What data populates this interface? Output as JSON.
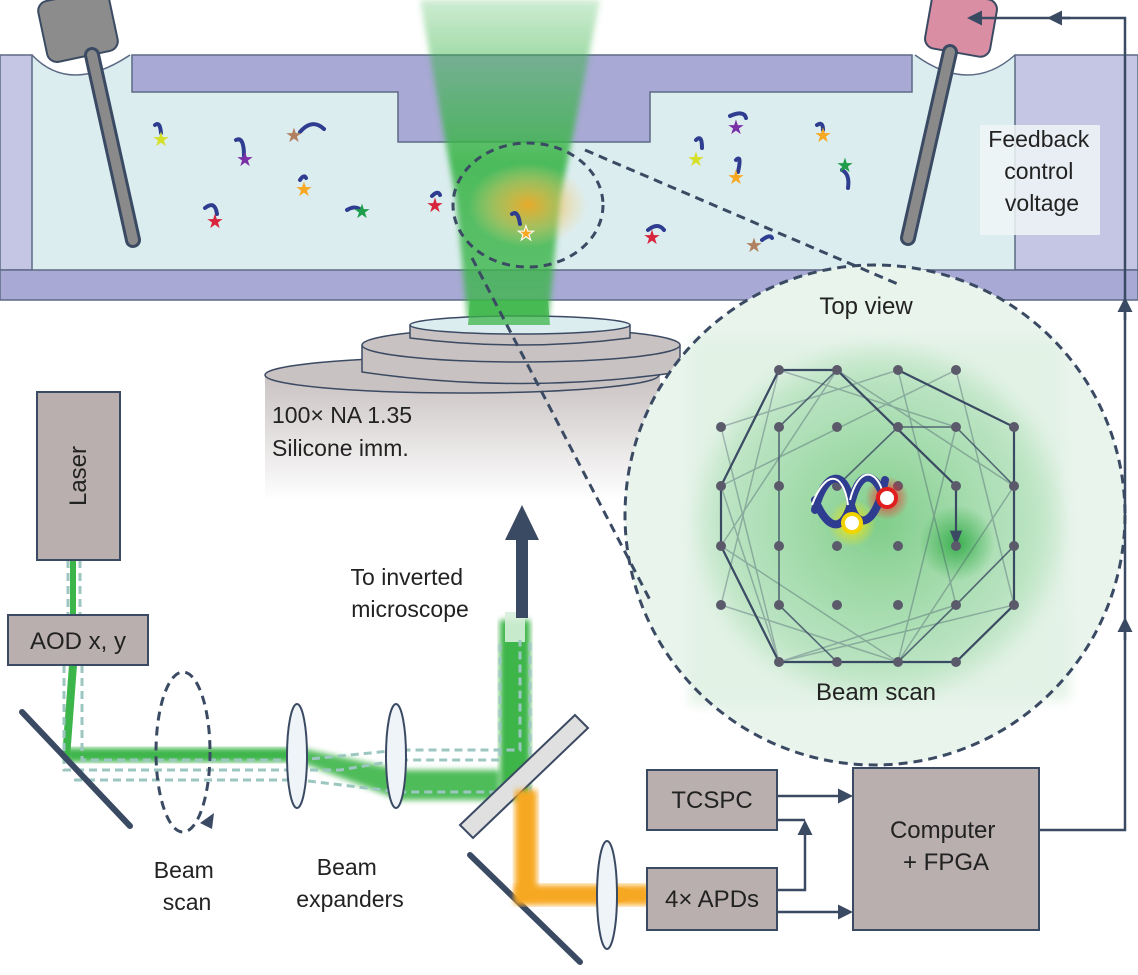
{
  "labels": {
    "feedback": [
      "Feedback",
      "control",
      "voltage"
    ],
    "top_view": "Top view",
    "objective": [
      "100× NA 1.35",
      "Silicone imm."
    ],
    "laser": "Laser",
    "aod": "AOD x, y",
    "to_microscope": [
      "To inverted",
      "microscope"
    ],
    "beam_scan_inset": "Beam scan",
    "beam_scan": [
      "Beam",
      "scan"
    ],
    "beam_expanders": [
      "Beam",
      "expanders"
    ],
    "tcspc": "TCSPC",
    "apds": "4× APDs",
    "computer": [
      "Computer",
      "+ FPGA"
    ]
  },
  "colors": {
    "green": "#3cb54a",
    "orange": "#f7a823",
    "solution": "#dcedf0",
    "glass": "#a8a9d4",
    "box": "#b9afaf",
    "wire": "#3b4a63",
    "dna": "#2e3d8f"
  }
}
